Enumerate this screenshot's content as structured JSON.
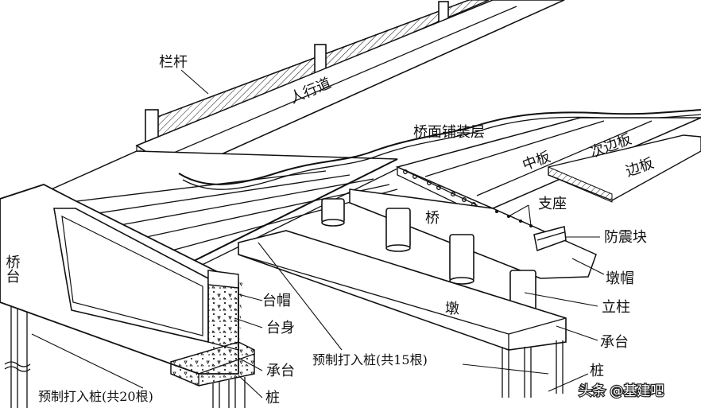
{
  "labels": {
    "railing": "栏杆",
    "sidewalk": "人行道",
    "deck_pavement": "桥面铺装层",
    "middle_slab": "中板",
    "secondary_edge_slab": "次边板",
    "edge_slab": "边板",
    "bearing": "支座",
    "bridge": "桥",
    "seismic_block": "防震块",
    "abutment": "桥台",
    "abutment_cap": "台帽",
    "abutment_body": "台身",
    "pier_cap": "墩帽",
    "column": "立柱",
    "pier": "墩",
    "pile_cap_right": "承台",
    "pile_cap_left": "承台",
    "piles_right": "预制打入桩(共15根)",
    "piles_left": "预制打入桩(共20根)",
    "pile_left": "桩",
    "pile_right": "桩"
  },
  "watermark": "头条 @基建吧"
}
